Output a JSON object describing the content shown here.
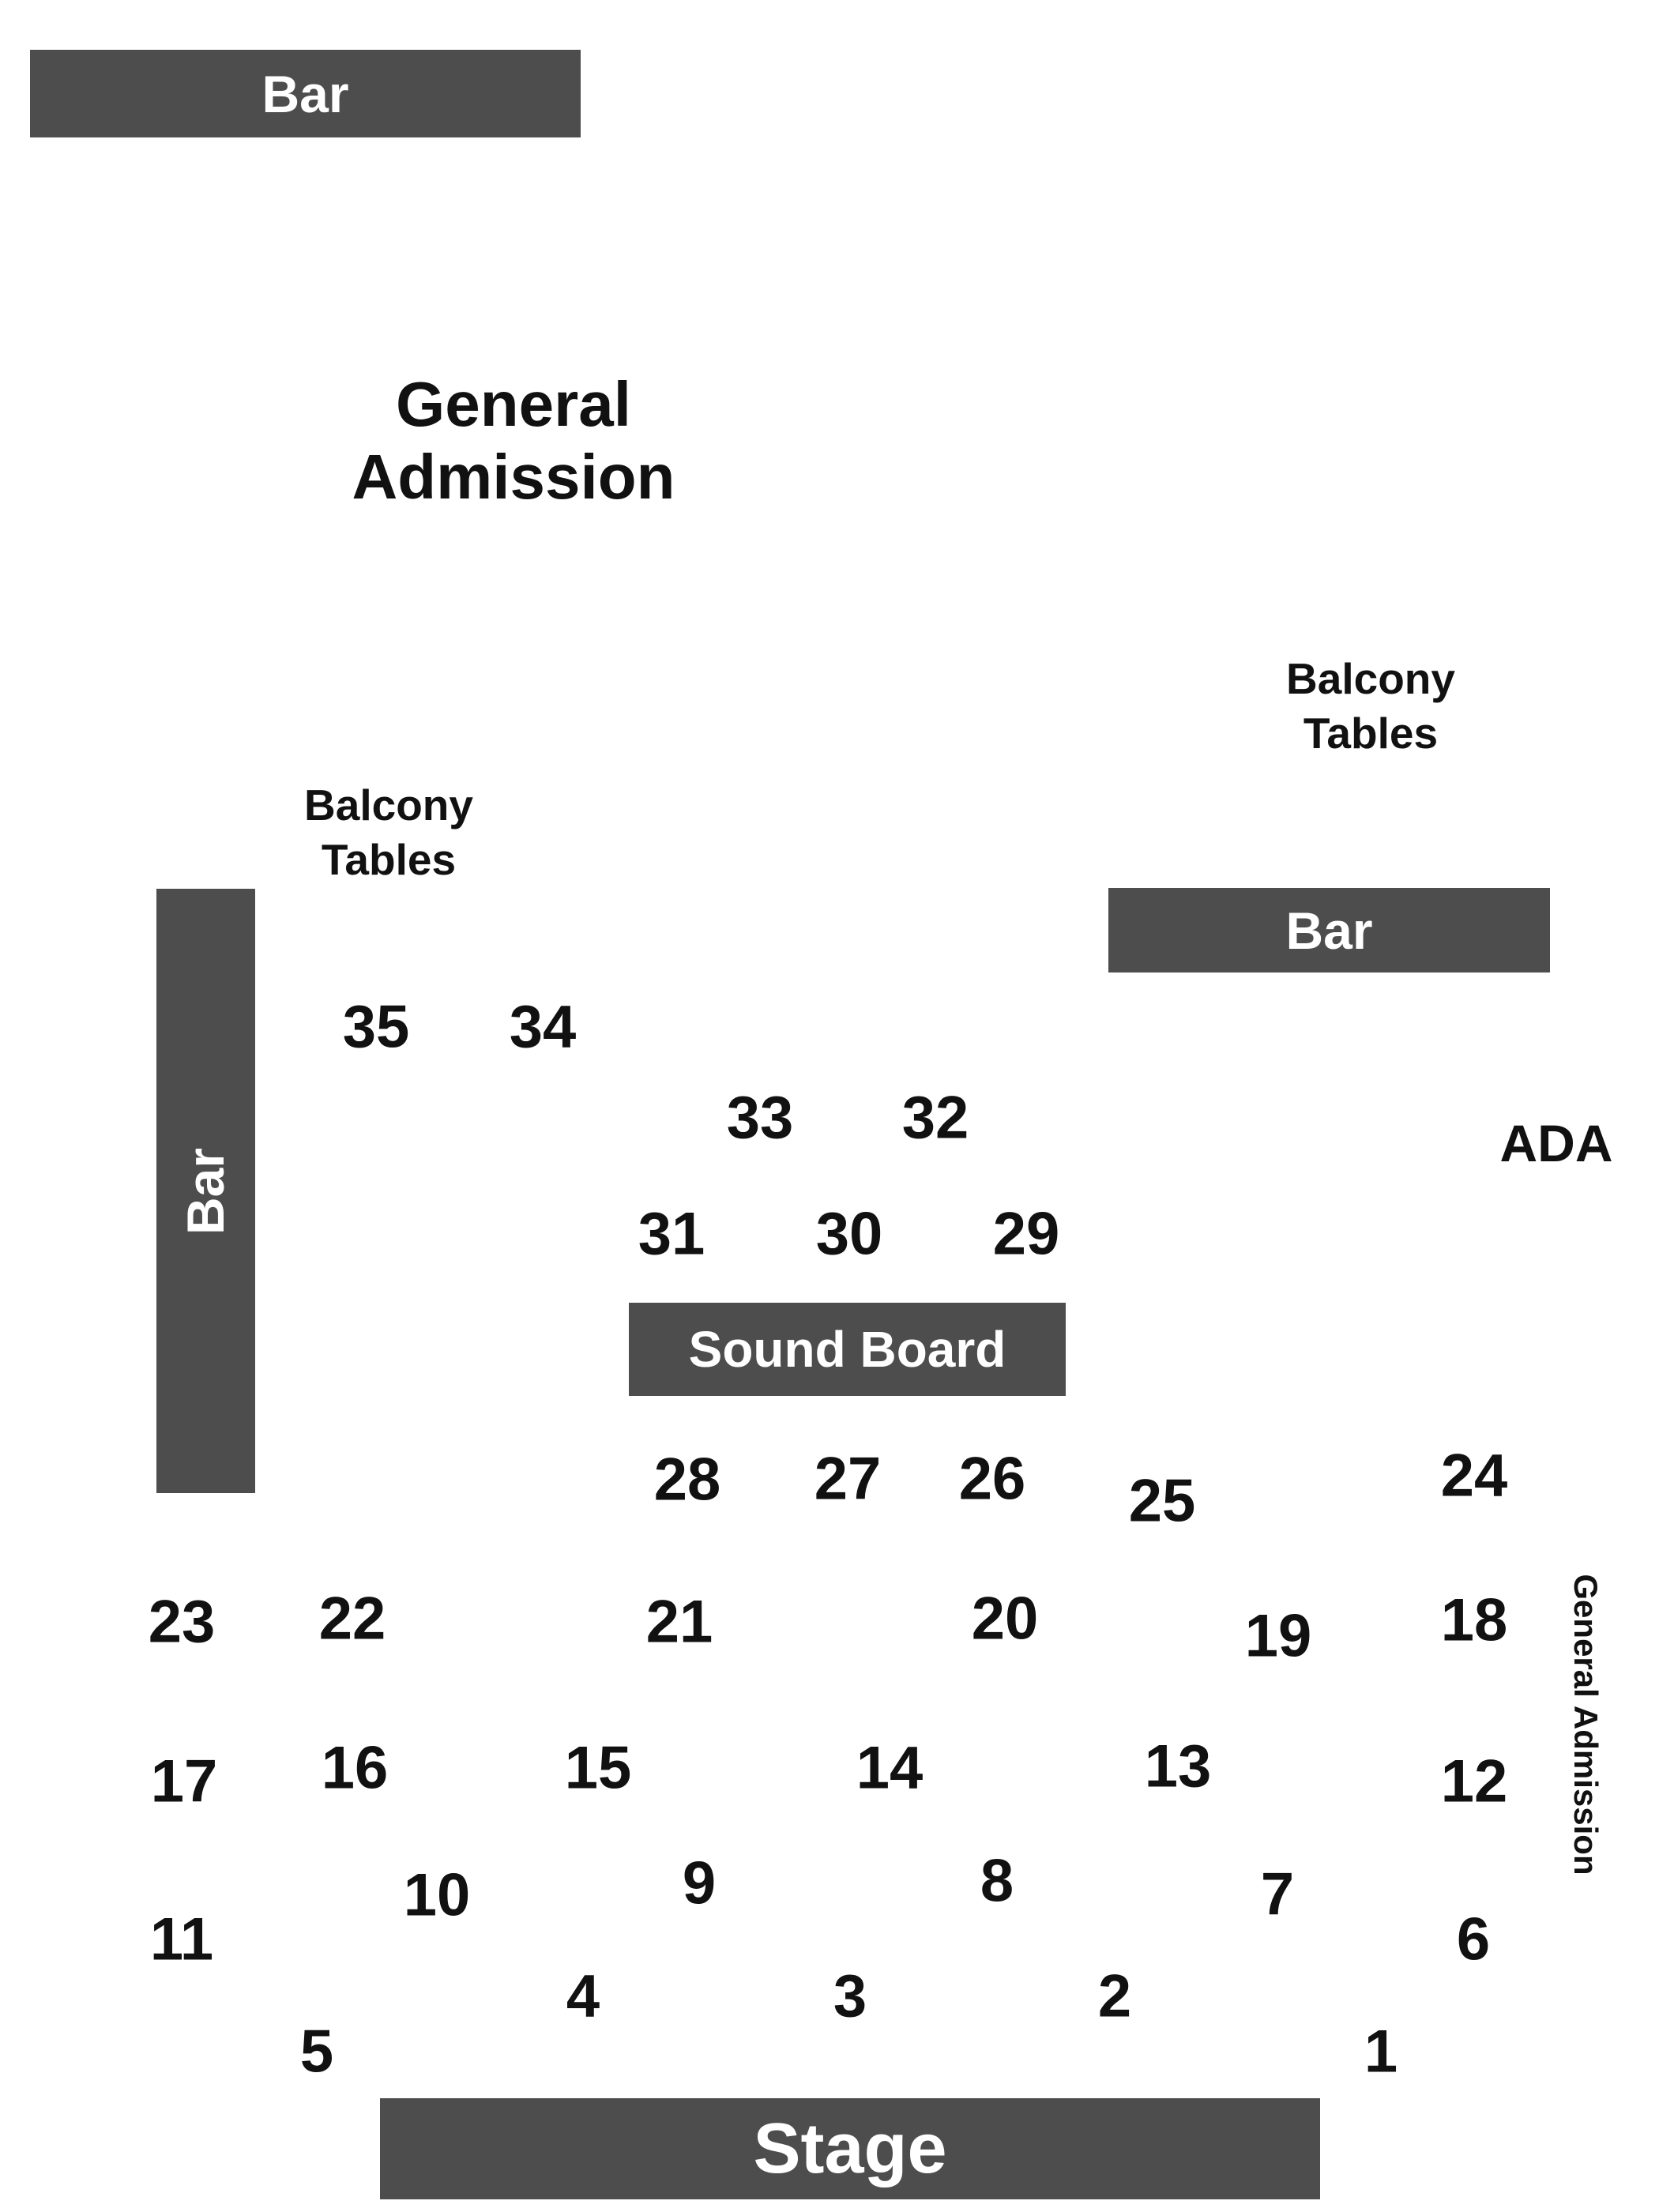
{
  "venue_map": {
    "bar_top": "Bar",
    "bar_left": "Bar",
    "bar_right": "Bar",
    "sound_board": "Sound Board",
    "stage": "Stage",
    "general_admission_main": [
      "General",
      "Admission"
    ],
    "balcony_tables_left": [
      "Balcony",
      "Tables"
    ],
    "balcony_tables_right": [
      "Balcony",
      "Tables"
    ],
    "ada": "ADA",
    "general_admission_side": "General Admission"
  },
  "tables": [
    {
      "label": "1"
    },
    {
      "label": "2"
    },
    {
      "label": "3"
    },
    {
      "label": "4"
    },
    {
      "label": "5"
    },
    {
      "label": "6"
    },
    {
      "label": "7"
    },
    {
      "label": "8"
    },
    {
      "label": "9"
    },
    {
      "label": "10"
    },
    {
      "label": "11"
    },
    {
      "label": "12"
    },
    {
      "label": "13"
    },
    {
      "label": "14"
    },
    {
      "label": "15"
    },
    {
      "label": "16"
    },
    {
      "label": "17"
    },
    {
      "label": "18"
    },
    {
      "label": "19"
    },
    {
      "label": "20"
    },
    {
      "label": "21"
    },
    {
      "label": "22"
    },
    {
      "label": "23"
    },
    {
      "label": "24"
    },
    {
      "label": "25"
    },
    {
      "label": "26"
    },
    {
      "label": "27"
    },
    {
      "label": "28"
    },
    {
      "label": "29"
    },
    {
      "label": "30"
    },
    {
      "label": "31"
    },
    {
      "label": "32"
    },
    {
      "label": "33"
    },
    {
      "label": "34"
    },
    {
      "label": "35"
    }
  ]
}
